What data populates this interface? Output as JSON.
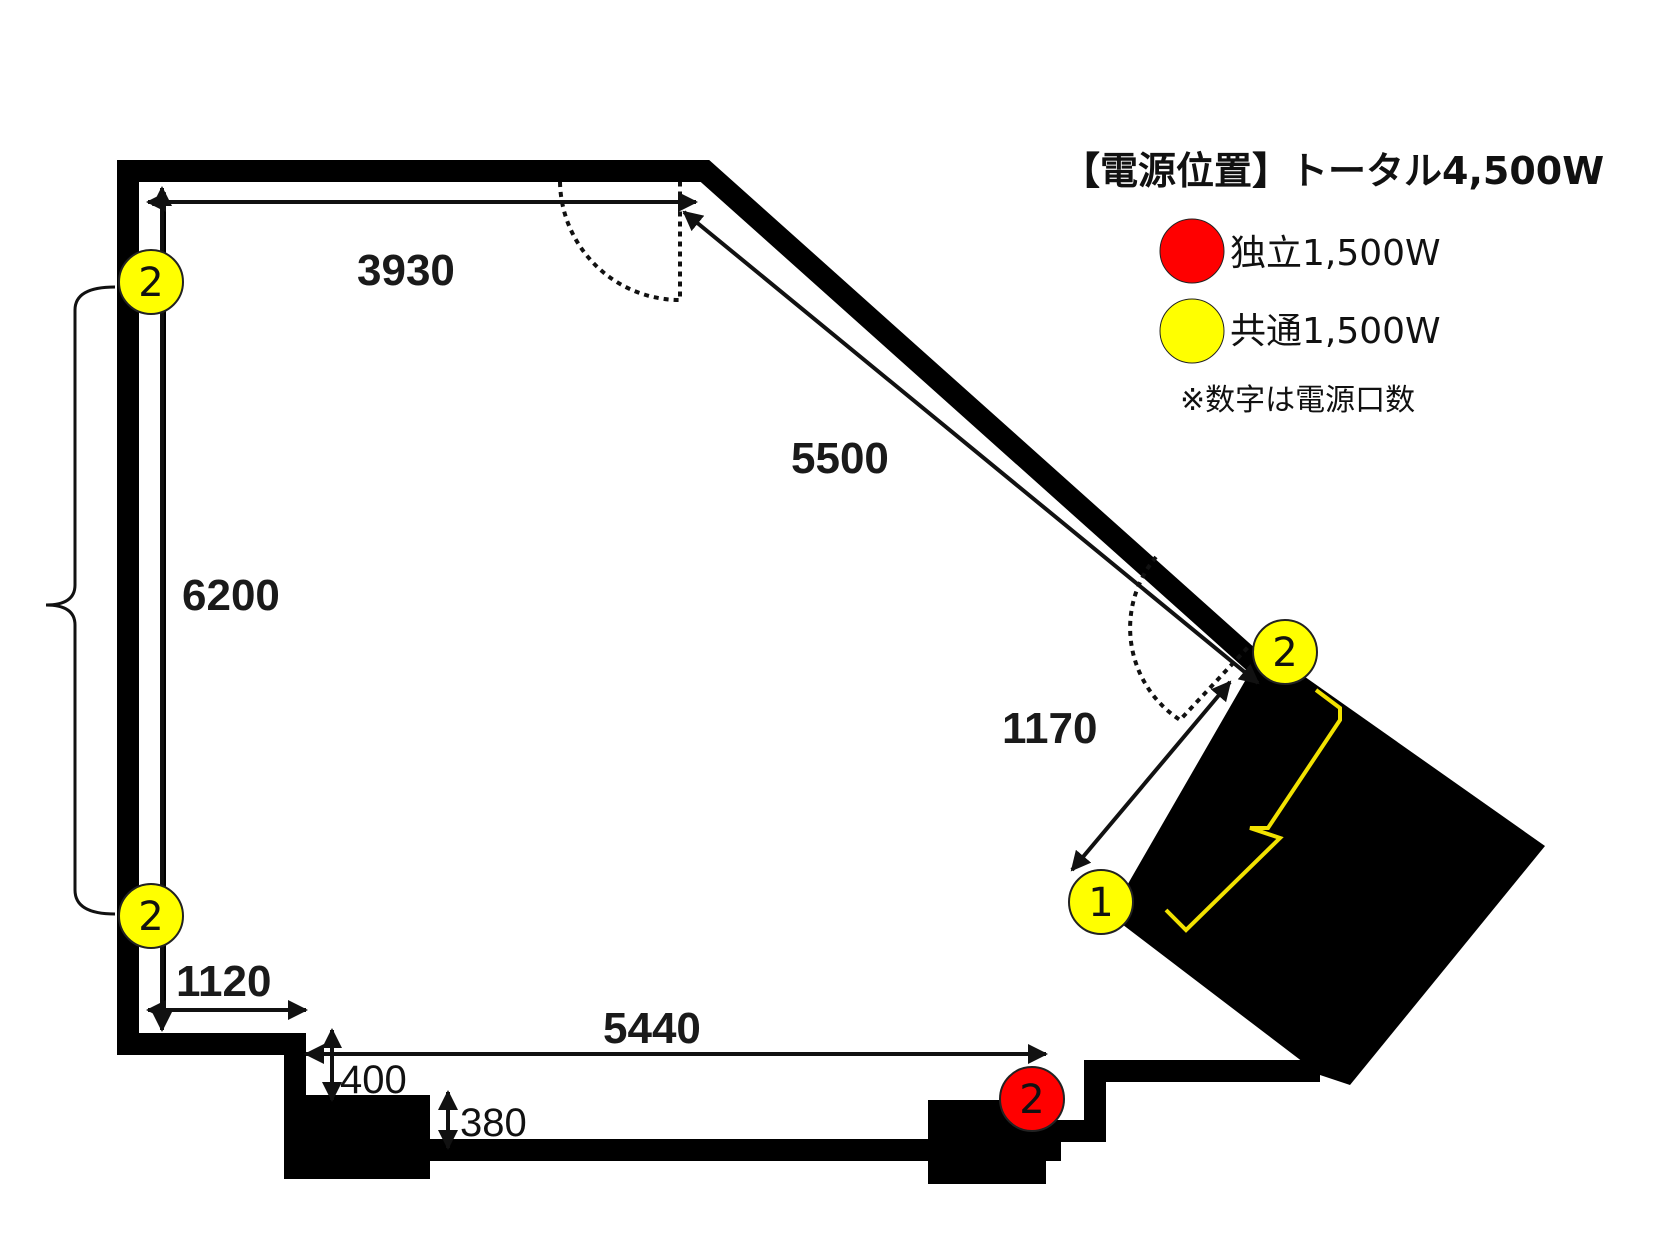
{
  "dimensions": {
    "top_wall": "3930",
    "diagonal_wall": "5500",
    "left_wall": "6200",
    "right_short_wall": "1170",
    "bottom_left_offset": "1120",
    "bottom_wall": "5440",
    "step_depth": "400",
    "pillar_depth": "380"
  },
  "legend": {
    "title": "【電源位置】トータル4,500W",
    "independent": {
      "label": "独立1,500W",
      "color": "#ff0000"
    },
    "shared": {
      "label": "共通1,500W",
      "color": "#ffff00"
    },
    "note": "※数字は電源口数"
  },
  "outlets": [
    {
      "id": "left-upper",
      "type": "shared",
      "count": "2"
    },
    {
      "id": "left-lower",
      "type": "shared",
      "count": "2"
    },
    {
      "id": "right-upper",
      "type": "shared",
      "count": "2"
    },
    {
      "id": "right-lower",
      "type": "shared",
      "count": "1"
    },
    {
      "id": "bottom",
      "type": "independent",
      "count": "2"
    }
  ],
  "colors": {
    "wall": "#000000",
    "shared_bracket": "#f2e200"
  }
}
